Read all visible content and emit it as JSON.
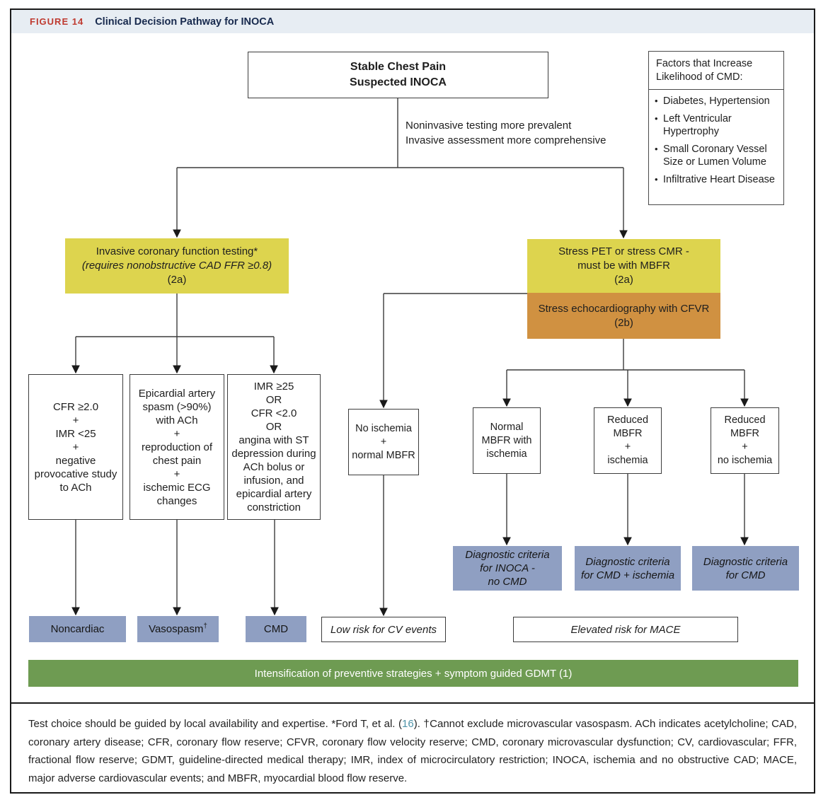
{
  "header": {
    "figure_label": "FIGURE 14",
    "title": "Clinical Decision Pathway for INOCA"
  },
  "top_box": {
    "line1": "Stable Chest Pain",
    "line2": "Suspected INOCA"
  },
  "factors_box": {
    "title": "Factors that Increase Likelihood of CMD:",
    "items": [
      "Diabetes, Hypertension",
      "Left Ventricular Hypertrophy",
      "Small Coronary Vessel Size or Lumen Volume",
      "Infiltrative Heart Disease"
    ]
  },
  "branch_note": {
    "line1": "Noninvasive testing more prevalent",
    "line2": "Invasive assessment more comprehensive"
  },
  "invasive_box": {
    "line1": "Invasive coronary function testing*",
    "line2": "(requires nonobstructive CAD FFR ≥0.8)",
    "line3": "(2a)"
  },
  "pet_box": {
    "line1": "Stress PET or stress CMR -",
    "line2": "must be with MBFR",
    "line3": "(2a)"
  },
  "echo_box": {
    "line1": "Stress echocardiography with CFVR",
    "line2": "(2b)"
  },
  "criteria_left": {
    "box1": {
      "lines": [
        "CFR ≥2.0",
        "+",
        "IMR <25",
        "+",
        "negative provocative study to ACh"
      ]
    },
    "box2": {
      "lines": [
        "Epicardial artery spasm (>90%) with ACh",
        "+",
        "reproduction of chest pain",
        "+",
        "ischemic ECG changes"
      ]
    },
    "box3": {
      "lines": [
        "IMR ≥25",
        "OR",
        "CFR <2.0",
        "OR",
        "angina with ST depression during ACh bolus or infusion, and epicardial artery constriction"
      ]
    }
  },
  "no_ischemia_box": {
    "lines": [
      "No ischemia",
      "+",
      "normal MBFR"
    ]
  },
  "normal_mbfr_box": {
    "lines": [
      "Normal MBFR with ischemia"
    ]
  },
  "reduced_ischemia_box": {
    "lines": [
      "Reduced MBFR",
      "+",
      "ischemia"
    ]
  },
  "reduced_no_ischemia_box": {
    "lines": [
      "Reduced MBFR",
      "+",
      "no ischemia"
    ]
  },
  "diagnostic_boxes": {
    "inoca": {
      "lines": [
        "Diagnostic criteria",
        "for INOCA -",
        "no CMD"
      ]
    },
    "cmd_ischemia": {
      "lines": [
        "Diagnostic criteria",
        "for CMD + ischemia"
      ]
    },
    "cmd": {
      "lines": [
        "Diagnostic criteria",
        "for CMD"
      ]
    }
  },
  "outcome_boxes": {
    "noncardiac": "Noncardiac",
    "vasospasm": "Vasospasm",
    "vasospasm_sup": "†",
    "cmd": "CMD",
    "low_risk": "Low risk for CV events",
    "mace": "Elevated risk for MACE"
  },
  "gdmt_bar": {
    "label": "Intensification of preventive strategies + symptom guided GDMT (1)"
  },
  "caption": {
    "part1": "Test choice should be guided by local availability and expertise. *Ford T, et al. (",
    "link": "16",
    "part2": "). †Cannot exclude microvascular vasospasm. ACh indicates acetylcholine; CAD, coronary artery disease; CFR, coronary flow reserve; CFVR, coronary flow velocity reserve; CMD, coronary microvascular dysfunction; CV, cardiovascular; FFR, fractional flow reserve; GDMT, guideline-directed medical therapy; IMR, index of microcirculatory restriction; INOCA, ischemia and no obstructive CAD; MACE, major adverse cardiovascular events; and MBFR, myocardial blood flow reserve."
  },
  "colors": {
    "yellow": "#ddd44e",
    "orange": "#d09141",
    "blue": "#8f9fc2",
    "green": "#6e9b52",
    "figure_red": "#bf3a30",
    "title_navy": "#17294d",
    "link_teal": "#4e93a8",
    "header_bg": "#e7edf3"
  }
}
